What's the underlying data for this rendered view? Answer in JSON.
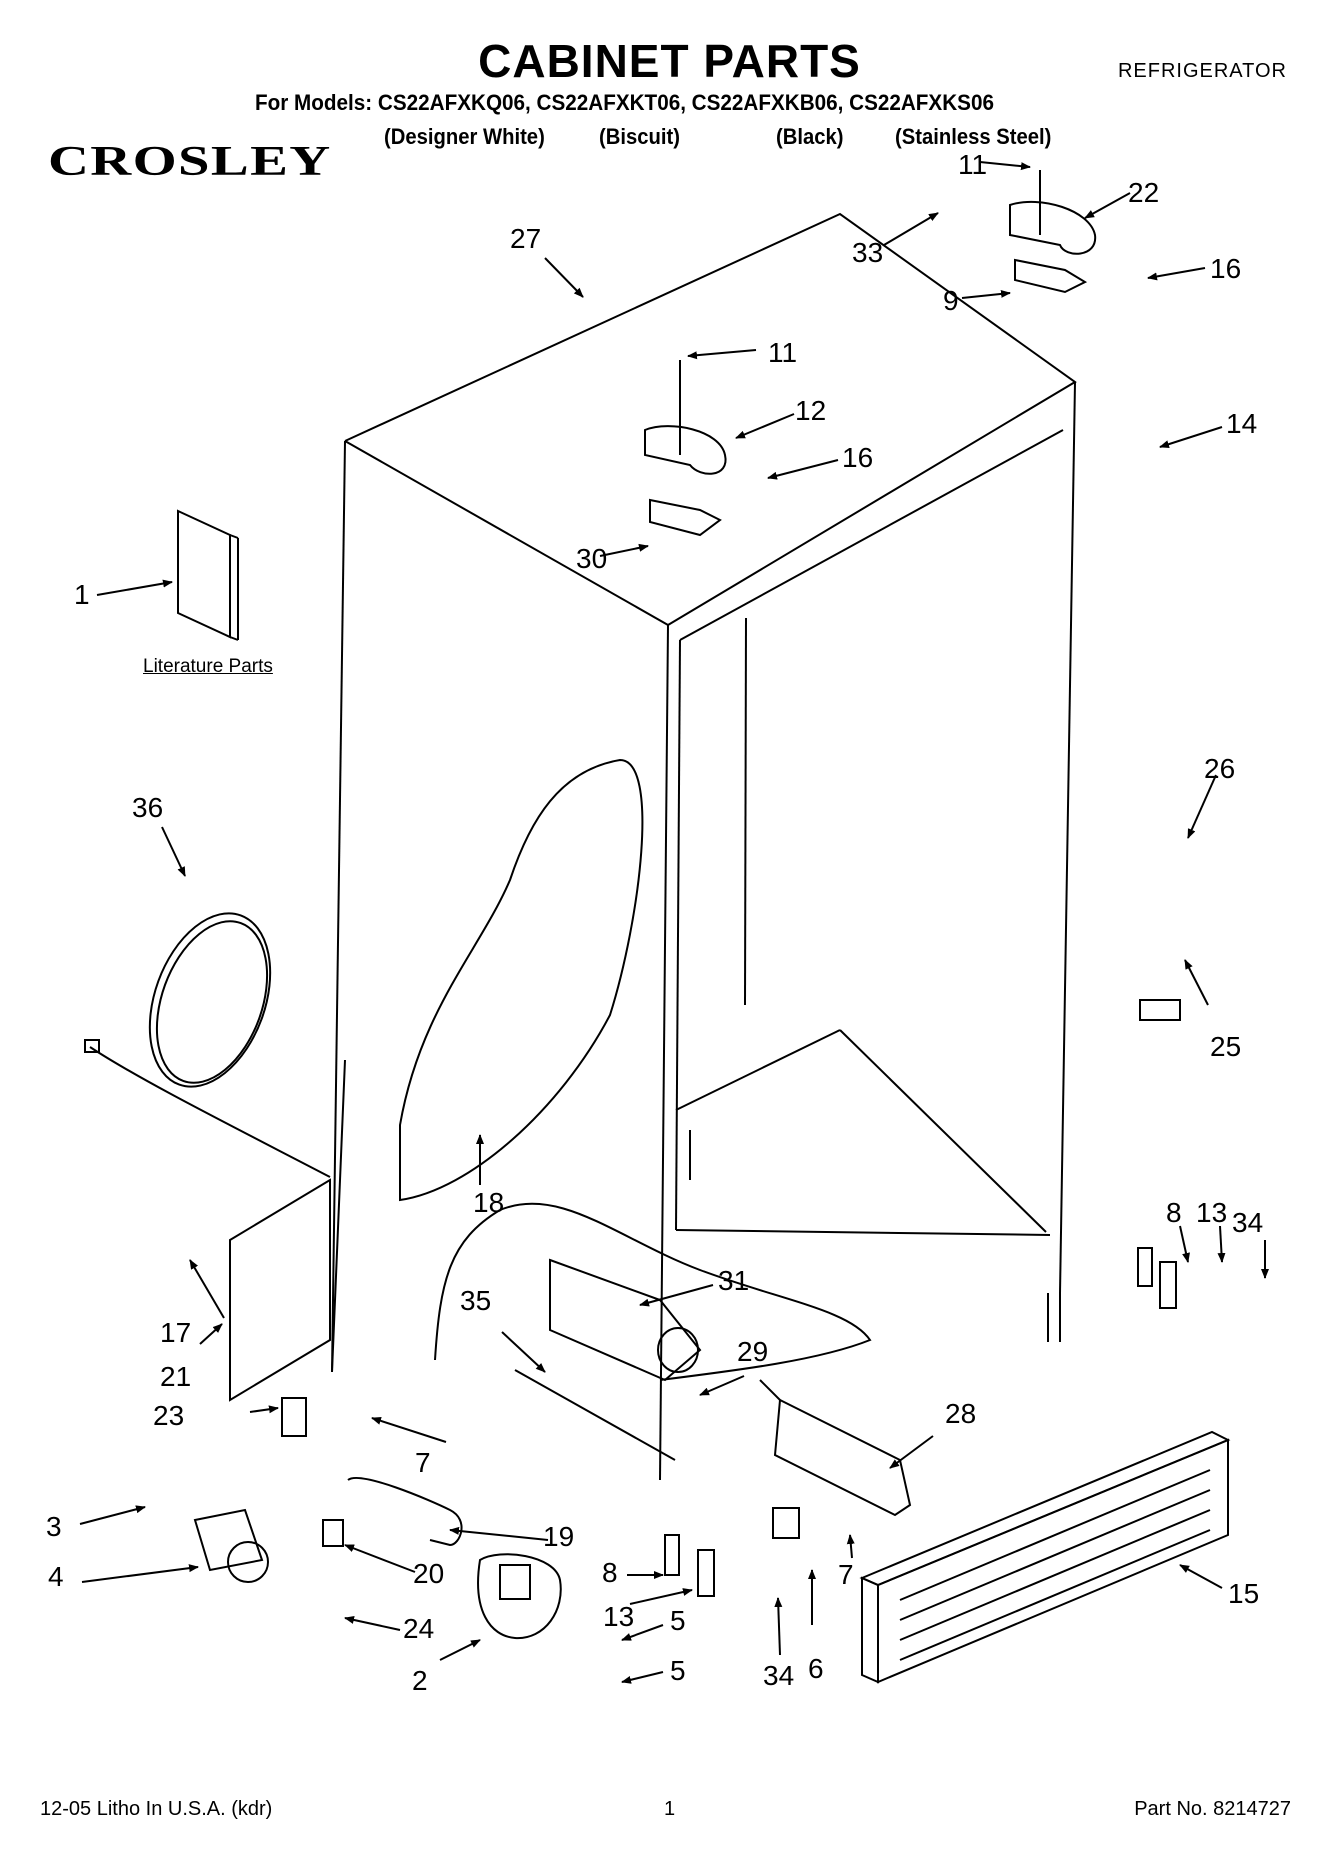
{
  "header": {
    "title": "CABINET PARTS",
    "doc_type": "REFRIGERATOR",
    "models_line": "For Models: CS22AFXKQ06, CS22AFXKT06, CS22AFXKB06, CS22AFXKS06",
    "variants": [
      "(Designer White)",
      "(Biscuit)",
      "(Black)",
      "(Stainless Steel)"
    ],
    "brand_logo": "CROSLEY"
  },
  "diagram": {
    "literature_label": "Literature Parts",
    "callouts": [
      "1",
      "2",
      "3",
      "4",
      "5",
      "5",
      "6",
      "7",
      "7",
      "8",
      "8",
      "9",
      "11",
      "11",
      "12",
      "13",
      "13",
      "14",
      "15",
      "16",
      "16",
      "17",
      "18",
      "19",
      "20",
      "21",
      "22",
      "23",
      "24",
      "25",
      "26",
      "27",
      "28",
      "29",
      "30",
      "31",
      "33",
      "34",
      "34",
      "35",
      "36"
    ]
  },
  "footer": {
    "left": "12-05 Litho In U.S.A. (kdr)",
    "page": "1",
    "right": "Part No. 8214727"
  }
}
